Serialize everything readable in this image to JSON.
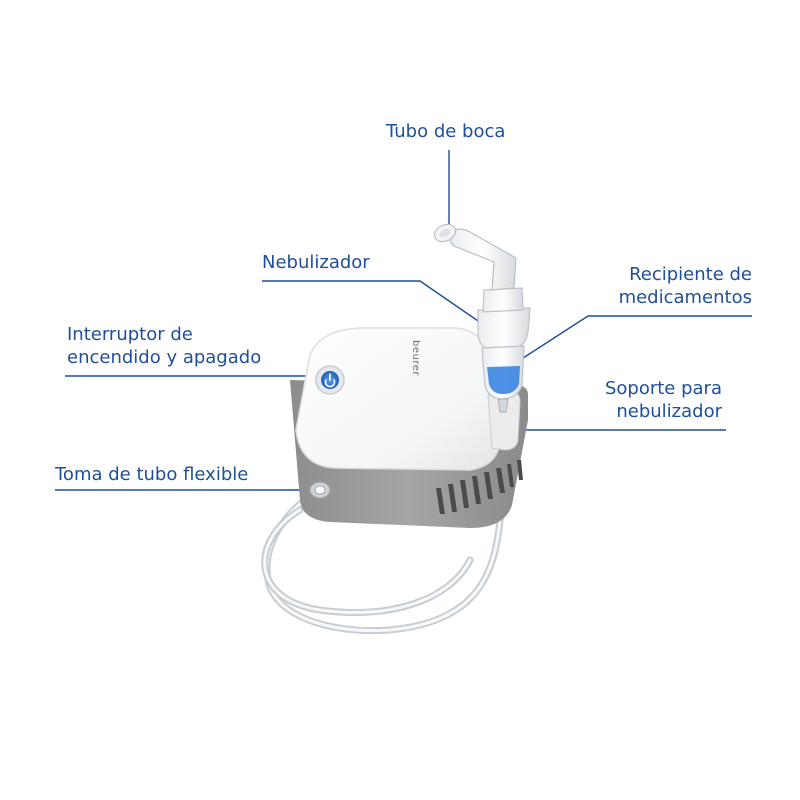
{
  "colors": {
    "label": "#1f4f9a",
    "leader_line": "#1f4f9a",
    "device_body": "#ffffff",
    "device_base": "#9a9a9a",
    "medication_liquid": "#2f7fe0",
    "tubing": "#d9dde0"
  },
  "brand_logo_text": "beurer",
  "callouts": {
    "mouthpiece": {
      "lines": [
        "Tubo de boca"
      ]
    },
    "nebulizer": {
      "lines": [
        "Nebulizador"
      ]
    },
    "medication_container": {
      "lines": [
        "Recipiente de",
        "medicamentos"
      ]
    },
    "power_switch": {
      "lines": [
        "Interruptor de",
        "encendido y apagado"
      ]
    },
    "nebulizer_holder": {
      "lines": [
        "Soporte para",
        "nebulizador"
      ]
    },
    "tube_connector": {
      "lines": [
        "Toma de tubo flexible"
      ]
    }
  }
}
